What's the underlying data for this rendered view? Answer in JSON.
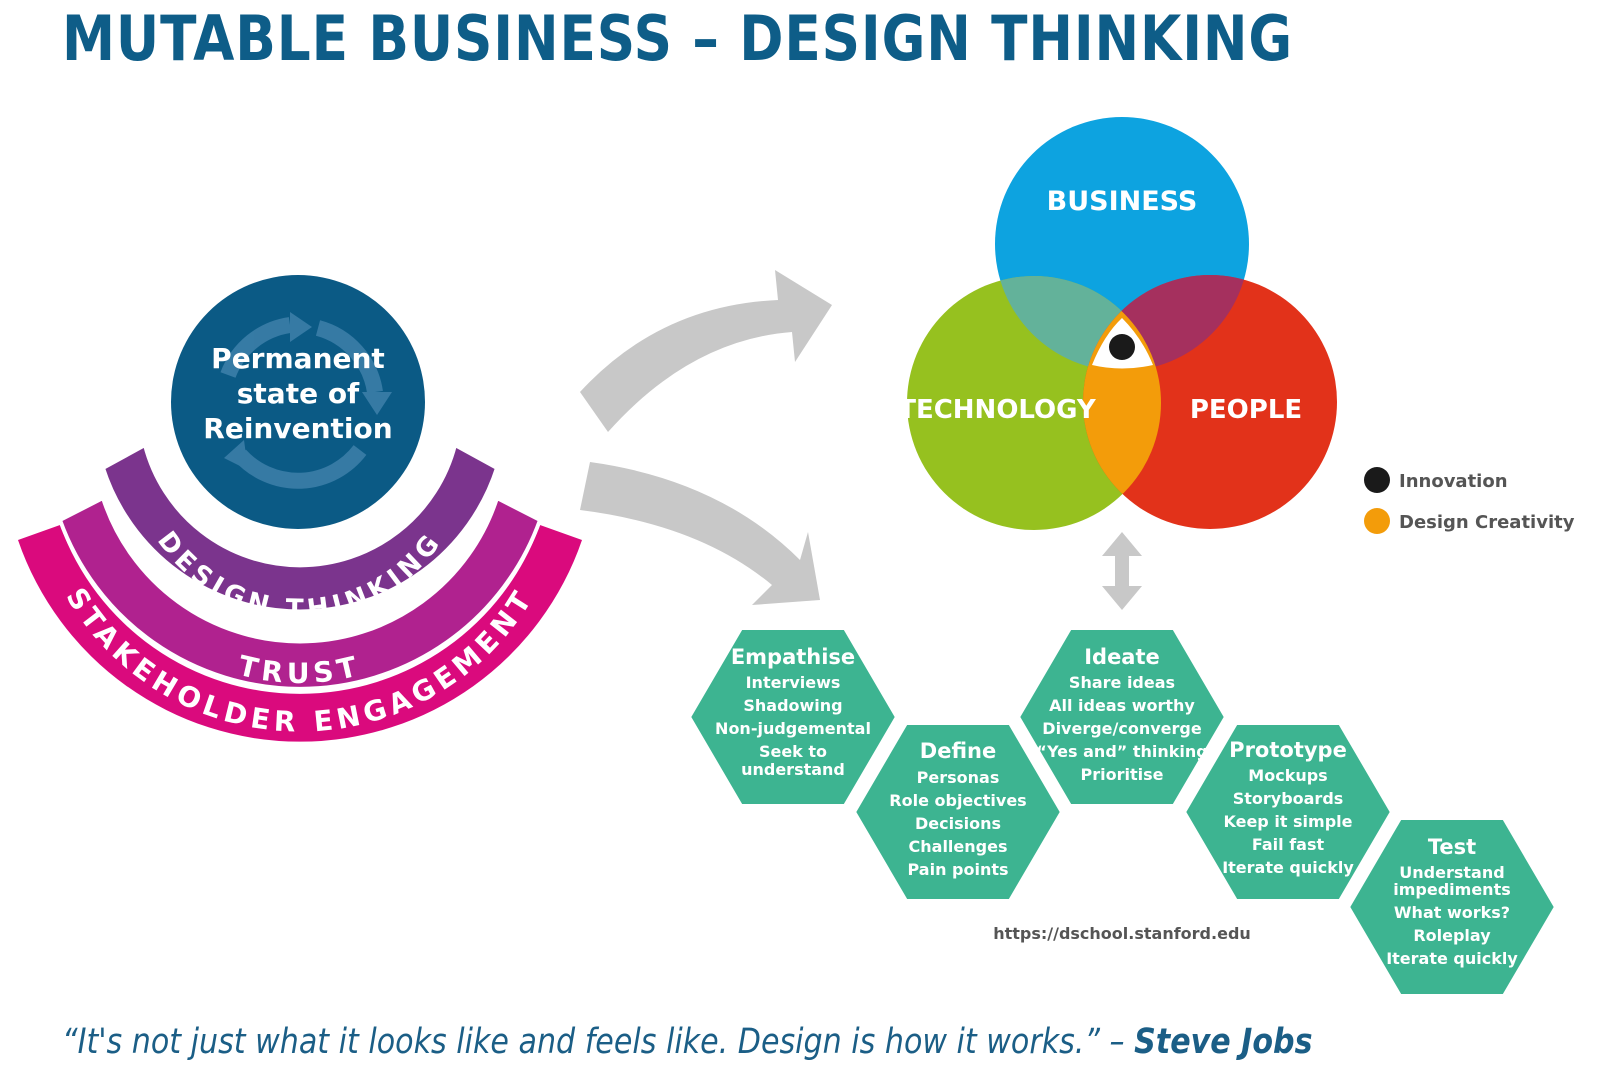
{
  "title": "MUTABLE BUSINESS – DESIGN THINKING",
  "colors": {
    "title": "#0e5d88",
    "core_circle": "#0b5a85",
    "design_thinking_arc": "#7b348d",
    "trust_arc": "#b0228f",
    "stakeholder_arc": "#da0a7d",
    "business": "#0da3e0",
    "technology": "#96c11f",
    "people": "#e2321a",
    "innovation": "#1a1a1a",
    "design_creativity": "#f39c0a",
    "hexagon": "#3db491",
    "arrow": "#c8c8c8"
  },
  "core": {
    "lines": [
      "Permanent",
      "state of",
      "Reinvention"
    ],
    "icon": "cycle-arrows-icon"
  },
  "arcs": {
    "design_thinking": "DESIGN THINKING",
    "trust": "TRUST",
    "stakeholder": "STAKEHOLDER ENGAGEMENT"
  },
  "venn": {
    "business": "BUSINESS",
    "technology": "TECHNOLOGY",
    "people": "PEOPLE"
  },
  "legend": [
    {
      "label": "Innovation",
      "color": "#1a1a1a"
    },
    {
      "label": "Design Creativity",
      "color": "#f39c0a"
    }
  ],
  "stages": [
    {
      "title": "Empathise",
      "items": [
        "Interviews",
        "Shadowing",
        "Non-judgemental",
        "Seek to",
        "understand"
      ]
    },
    {
      "title": "Define",
      "items": [
        "Personas",
        "Role objectives",
        "Decisions",
        "Challenges",
        "Pain points"
      ]
    },
    {
      "title": "Ideate",
      "items": [
        "Share ideas",
        "All ideas worthy",
        "Diverge/converge",
        "“Yes and” thinking",
        "Prioritise"
      ]
    },
    {
      "title": "Prototype",
      "items": [
        "Mockups",
        "Storyboards",
        "Keep it simple",
        "Fail fast",
        "Iterate quickly"
      ]
    },
    {
      "title": "Test",
      "items": [
        "Understand",
        "impediments",
        "What works?",
        "Roleplay",
        "Iterate quickly"
      ]
    }
  ],
  "source": "https://dschool.stanford.edu",
  "quote": {
    "text": "“It's not just what it looks like and feels like. Design is how it works.” – ",
    "author": "Steve Jobs"
  }
}
